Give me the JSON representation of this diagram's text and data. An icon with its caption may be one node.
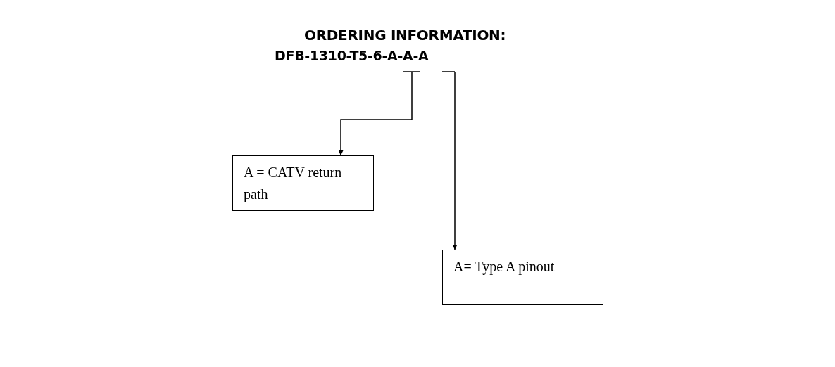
{
  "diagram": {
    "title": "ORDERING INFORMATION:",
    "nodes": [
      {
        "text": [
          "DFB-1310-T5-6-A-A-A"
        ]
      },
      {
        "text": [
          "A = CATV return path"
        ]
      },
      {
        "text": [
          "A= Type A pinout"
        ]
      }
    ],
    "edges": [
      {
        "from": 0,
        "to": 1,
        "arrow": "to"
      },
      {
        "from": 0,
        "to": 2,
        "arrow": "to"
      }
    ]
  }
}
